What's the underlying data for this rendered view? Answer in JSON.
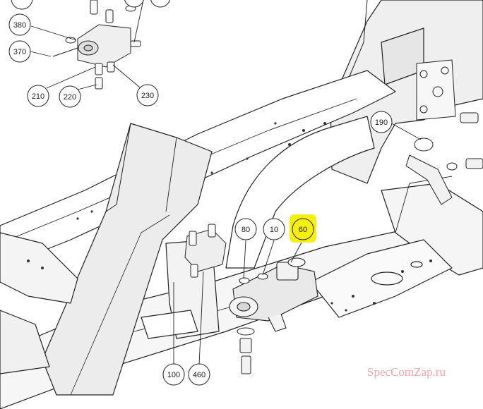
{
  "diagram": {
    "callouts": [
      {
        "id": "c380",
        "label": "380"
      },
      {
        "id": "c370",
        "label": "370"
      },
      {
        "id": "c210",
        "label": "210"
      },
      {
        "id": "c220",
        "label": "220"
      },
      {
        "id": "c230",
        "label": "230"
      },
      {
        "id": "c190",
        "label": "190"
      },
      {
        "id": "c80",
        "label": "80"
      },
      {
        "id": "c10",
        "label": "10"
      },
      {
        "id": "c60",
        "label": "60",
        "highlighted": true
      },
      {
        "id": "c100",
        "label": "100"
      },
      {
        "id": "c460",
        "label": "460"
      }
    ],
    "highlight_color": "#f5f00a",
    "watermark": "SpecComZap.ru",
    "watermark_color": "#f2a7a7"
  }
}
